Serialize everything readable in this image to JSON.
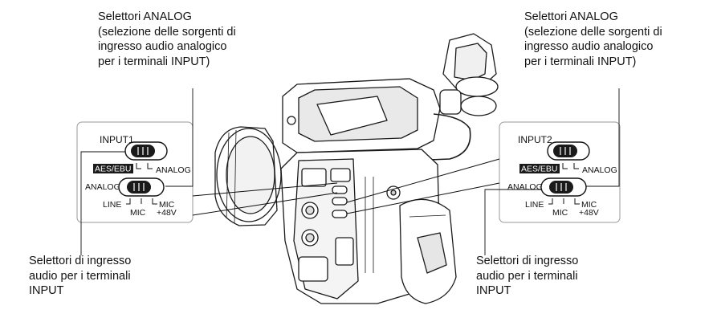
{
  "callouts": {
    "top_left": [
      "Selettori ANALOG",
      "(selezione delle sorgenti di",
      "ingresso audio analogico",
      "per i terminali INPUT)"
    ],
    "top_right": [
      "Selettori ANALOG",
      "(selezione delle sorgenti di",
      "ingresso audio analogico",
      "per i terminali INPUT)"
    ],
    "bottom_left": [
      "Selettori di ingresso",
      "audio per i terminali",
      "INPUT"
    ],
    "bottom_right": [
      "Selettori di ingresso",
      "audio per i terminali",
      "INPUT"
    ]
  },
  "panel_left": {
    "input_label": "INPUT1",
    "aes_label": "AES/EBU",
    "analog_label": "ANALOG",
    "switch_label": "ANALOG",
    "line_label": "LINE",
    "mic_label": "MIC",
    "mic48_label": "MIC",
    "plus48_label": "+48V"
  },
  "panel_right": {
    "input_label": "INPUT2",
    "aes_label": "AES/EBU",
    "analog_label": "ANALOG",
    "switch_label": "ANALOG",
    "line_label": "LINE",
    "mic_label": "MIC",
    "mic48_label": "MIC",
    "plus48_label": "+48V"
  }
}
